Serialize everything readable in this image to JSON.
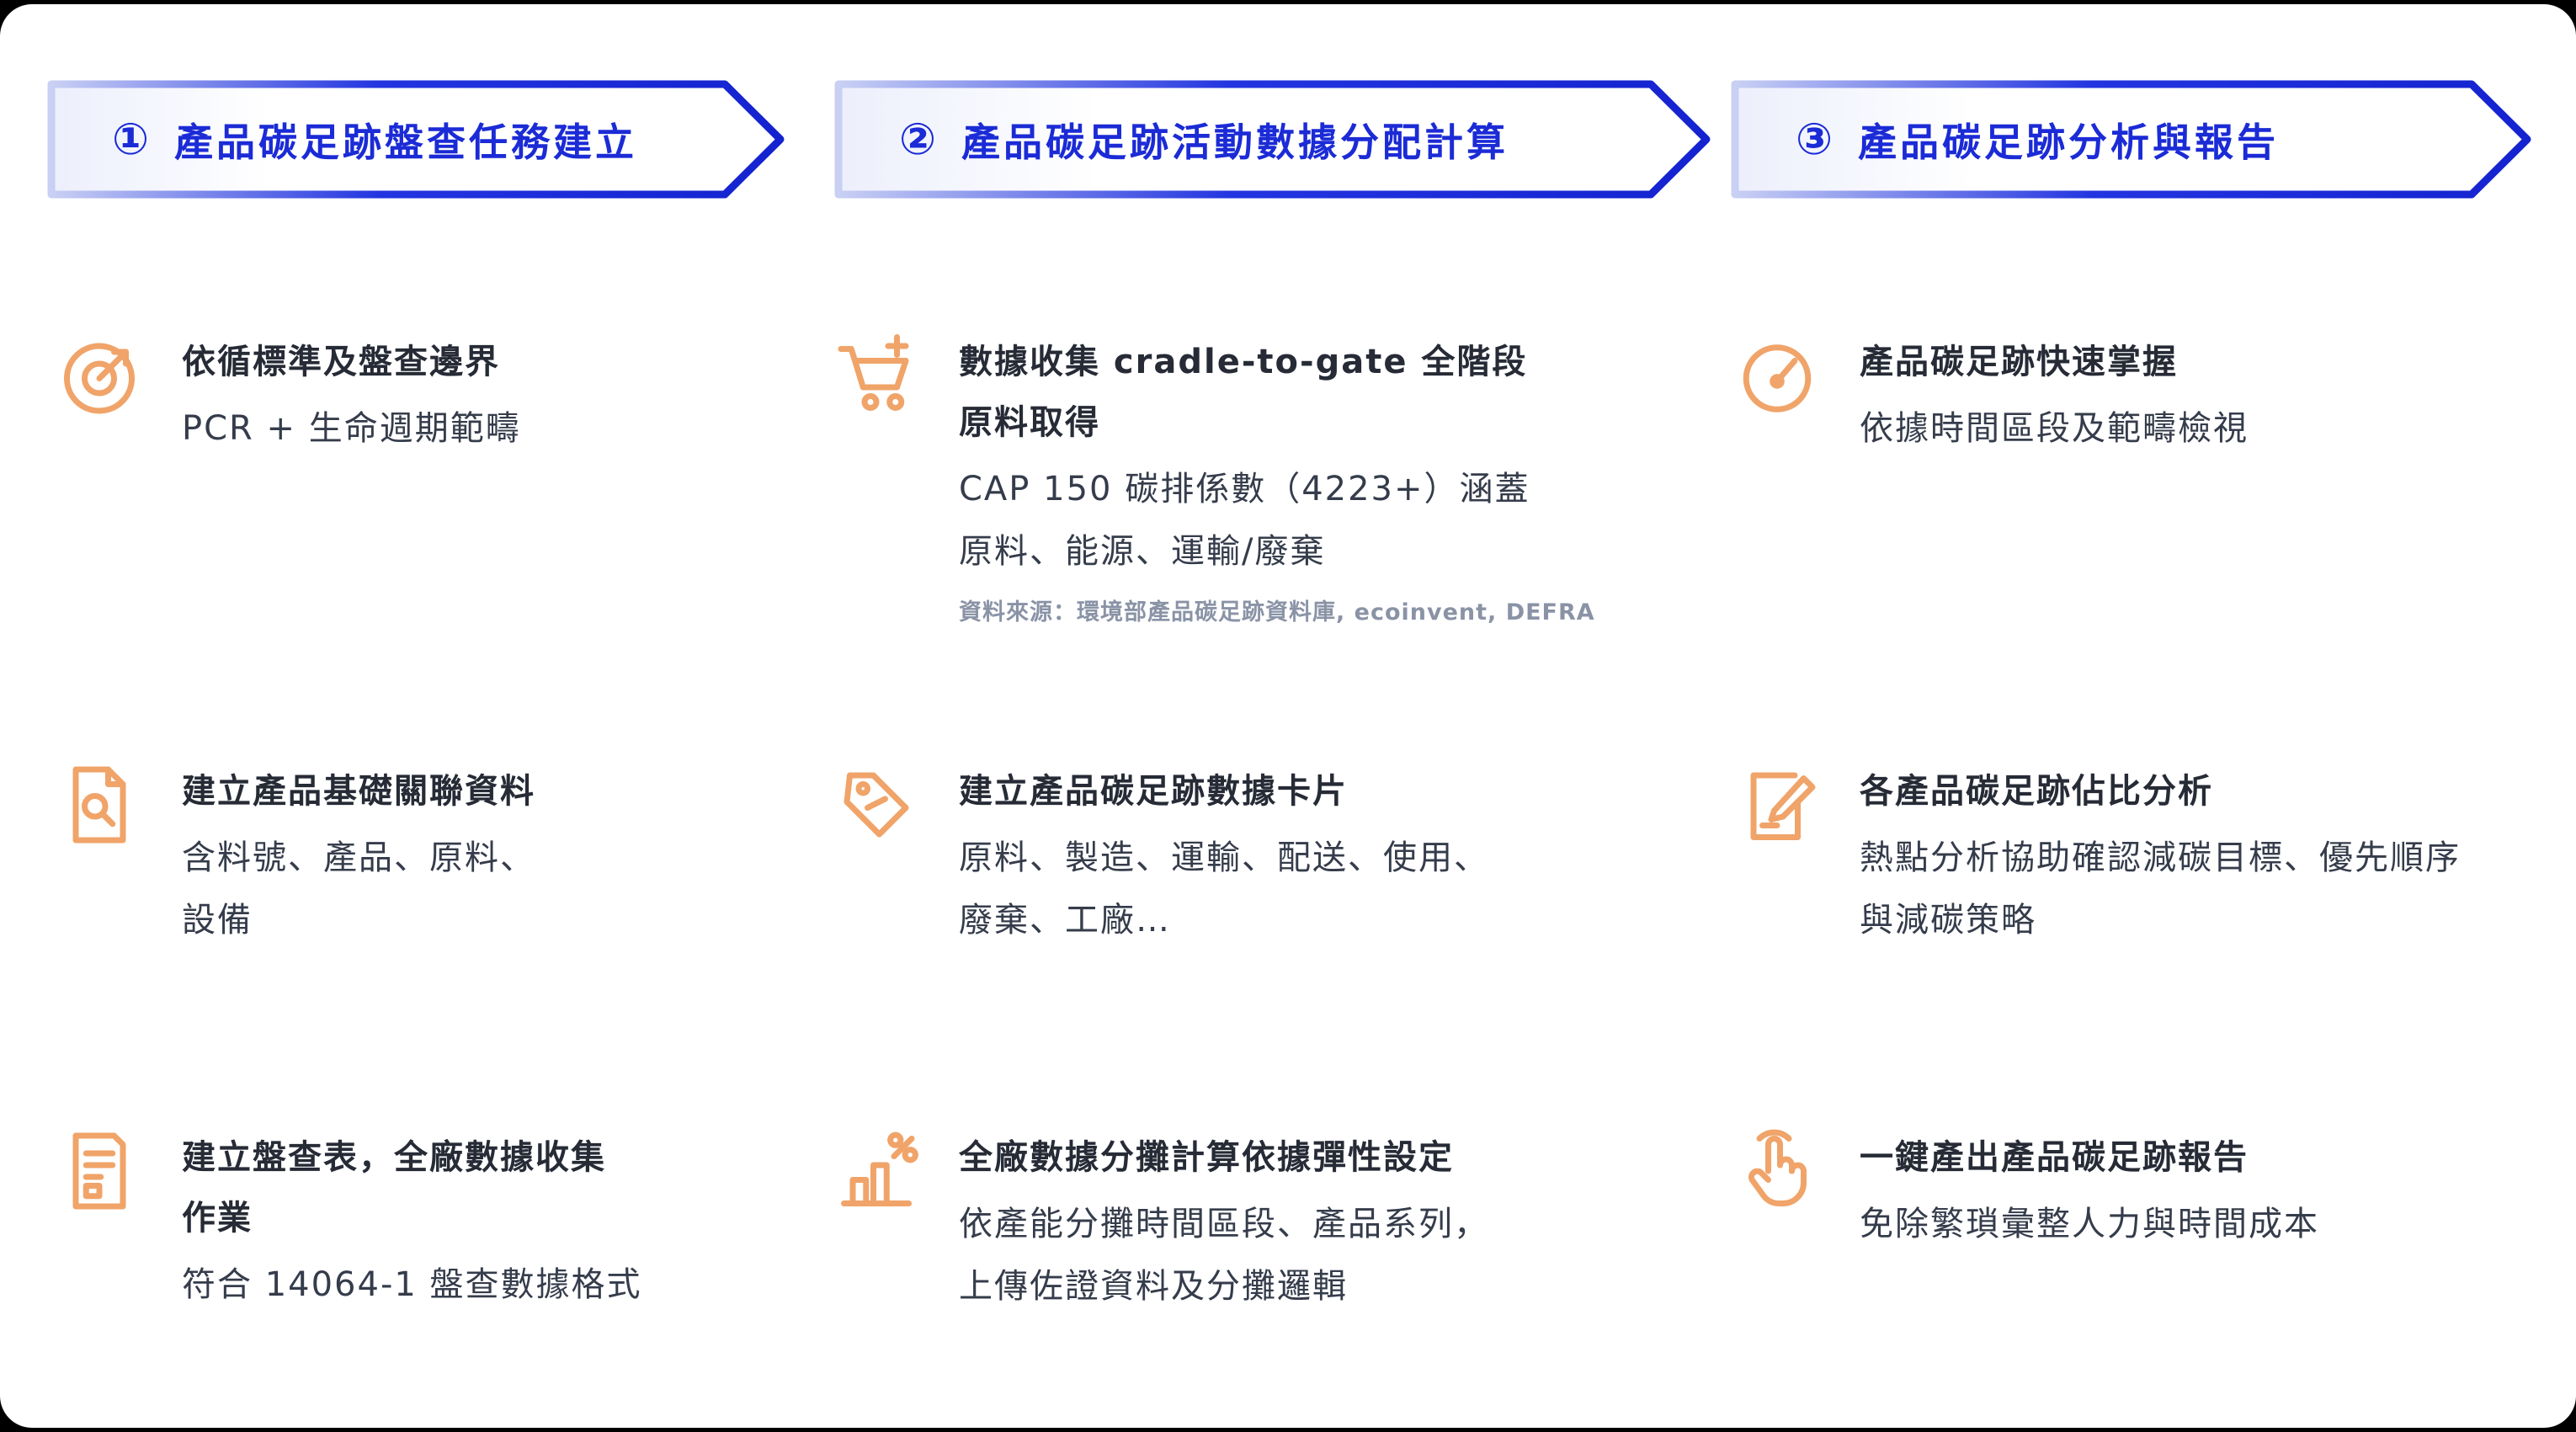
{
  "canvas": {
    "background": "#ffffff",
    "page_background": "#000000"
  },
  "colors": {
    "header_blue": "#1B2BD6",
    "header_gradient_light": "#C9D0F4",
    "icon_orange": "#F0A469",
    "title_text": "#262B36",
    "body_text": "#353C4B",
    "note_text": "#8A93A6"
  },
  "headers": [
    {
      "number": "①",
      "label": "產品碳足跡盤查任務建立"
    },
    {
      "number": "②",
      "label": "產品碳足跡活動數據分配計算"
    },
    {
      "number": "③",
      "label": "產品碳足跡分析與報告"
    }
  ],
  "columns": [
    {
      "items": [
        {
          "icon": "target-icon",
          "title": "依循標準及盤查邊界",
          "body": "PCR + 生命週期範疇"
        },
        {
          "icon": "document-search-icon",
          "title": "建立產品基礎關聯資料",
          "body": "含料號、產品、原料、\n設備"
        },
        {
          "icon": "clipboard-list-icon",
          "title": "建立盤查表，全廠數據收集\n作業",
          "body": "符合 14064-1 盤查數據格式"
        }
      ]
    },
    {
      "items": [
        {
          "icon": "cart-plus-icon",
          "title": "數據收集 cradle-to-gate 全階段\n原料取得",
          "body": "CAP 150 碳排係數（4223+）涵蓋\n原料、能源、運輸/廢棄",
          "note": "資料來源：環境部產品碳足跡資料庫, ecoinvent, DEFRA"
        },
        {
          "icon": "price-tag-icon",
          "title": "建立產品碳足跡數據卡片",
          "body": "原料、製造、運輸、配送、使用、\n廢棄、工廠…"
        },
        {
          "icon": "allocation-percent-icon",
          "title": "全廠數據分攤計算依據彈性設定",
          "body": "依產能分攤時間區段、產品系列，\n上傳佐證資料及分攤邏輯"
        }
      ]
    },
    {
      "items": [
        {
          "icon": "gauge-icon",
          "title": "產品碳足跡快速掌握",
          "body": "依據時間區段及範疇檢視"
        },
        {
          "icon": "document-edit-icon",
          "title": "各產品碳足跡佔比分析",
          "body": "熱點分析協助確認減碳目標、優先順序\n與減碳策略"
        },
        {
          "icon": "tap-icon",
          "title": "一鍵產出產品碳足跡報告",
          "body": "免除繁瑣彙整人力與時間成本"
        }
      ]
    }
  ]
}
